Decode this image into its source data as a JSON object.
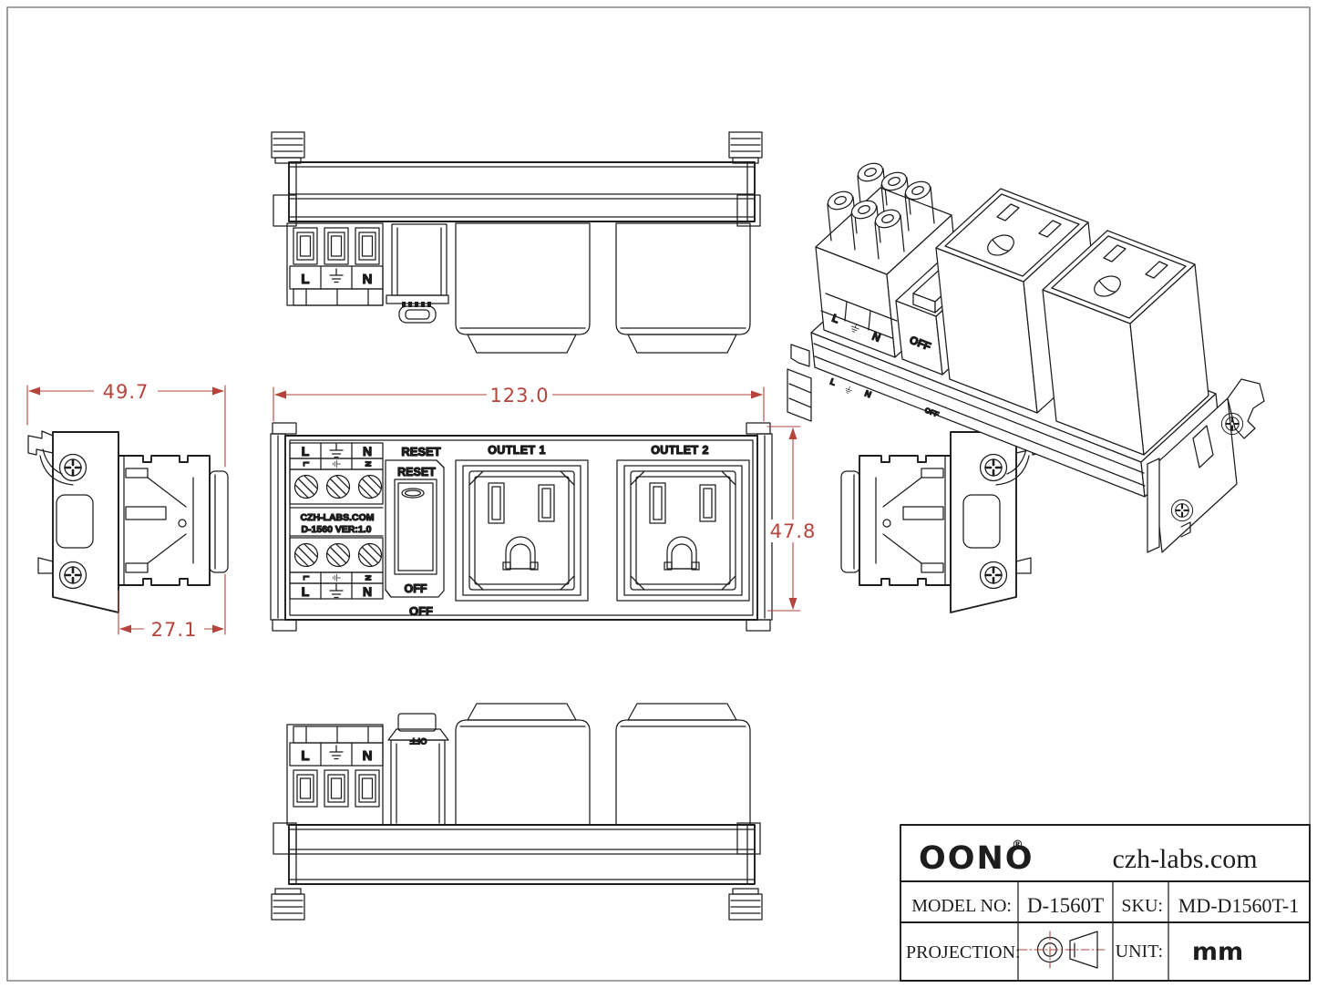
{
  "sheet": {
    "bg": "#ffffff",
    "line_color": "#1d1d1d",
    "dim_color": "#b5443c"
  },
  "dims": {
    "overall_width": "123.0",
    "overall_height": "47.8",
    "side_depth": "49.7",
    "body_depth": "27.1"
  },
  "labels": {
    "terminal_line": "L",
    "terminal_neutral": "N",
    "reset": "RESET",
    "off": "OFF",
    "outlet1": "OUTLET 1",
    "outlet2": "OUTLET 2",
    "brand_line1": "CZH-LABS.COM",
    "brand_line2": "D-1560 VER:1.0"
  },
  "title_block": {
    "logo": "OONO",
    "registered": "®",
    "website": "czh-labs.com",
    "model_label": "MODEL NO:",
    "model_value": "D-1560T",
    "sku_label": "SKU:",
    "sku_value": "MD-D1560T-1",
    "projection_label": "PROJECTION:",
    "unit_label": "UNIT:",
    "unit_value": "mm"
  }
}
